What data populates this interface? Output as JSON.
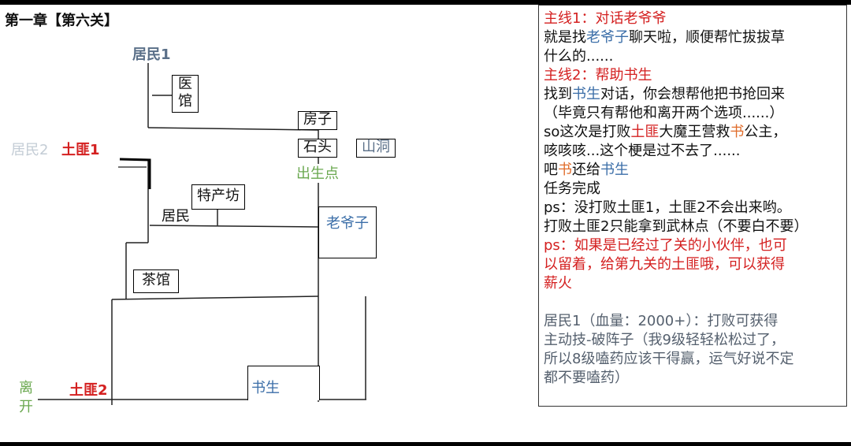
{
  "title": "第一章【第六关】",
  "map": {
    "resident1": "居民1",
    "clinic": [
      "医",
      "馆"
    ],
    "house": "房子",
    "stone": "石头",
    "cave": "山洞",
    "birth": "出生点",
    "resident2_faded": "居民2",
    "bandit1": "土匪1",
    "specialty": "特产坊",
    "resident": "居民",
    "grandpa": "老爷子",
    "teahouse": "茶馆",
    "leave": [
      "离",
      "开"
    ],
    "bandit2": "土匪2",
    "scholar": "书生"
  },
  "panel": {
    "q1_title": "主线1：对话老爷爷",
    "q1_a": "就是找",
    "q1_grandpa": "老爷子",
    "q1_b": "聊天啦，顺便帮忙拔拔草",
    "q1_c": "什么的......",
    "q2_title": "主线2：帮助书生",
    "q2_a": "找到",
    "q2_scholar": "书生",
    "q2_b": "对话，你会想帮他把书抢回来",
    "q2_c": "（毕竟只有帮他和离开两个选项......）",
    "so_a": "so这次是打败",
    "so_bandit": "土匪",
    "so_b": "大魔王营救",
    "so_book": "书",
    "so_c": "公主，",
    "cough": "咳咳咳...这个梗是过不去了......",
    "ret_a": "吧",
    "ret_book": "书",
    "ret_b": "还给",
    "ret_scholar": "书生",
    "done": "任务完成",
    "ps1": "ps：没打败土匪1，土匪2不会出来哟。",
    "ps1b": "打败土匪2只能拿到武林点（不要白不要）",
    "ps2": "ps：如果是已经过了关的小伙伴，也可",
    "ps2b": "以留着，给第九关的土匪哦，可以获得",
    "ps2c": "薪火",
    "r1": "居民1（血量：2000+）：打败可获得",
    "r2": "主动技-破阵子（我9级轻轻松松过了，",
    "r3": "所以8级嗑药应该干得赢，运气好说不定",
    "r4": "都不要嗑药）"
  }
}
